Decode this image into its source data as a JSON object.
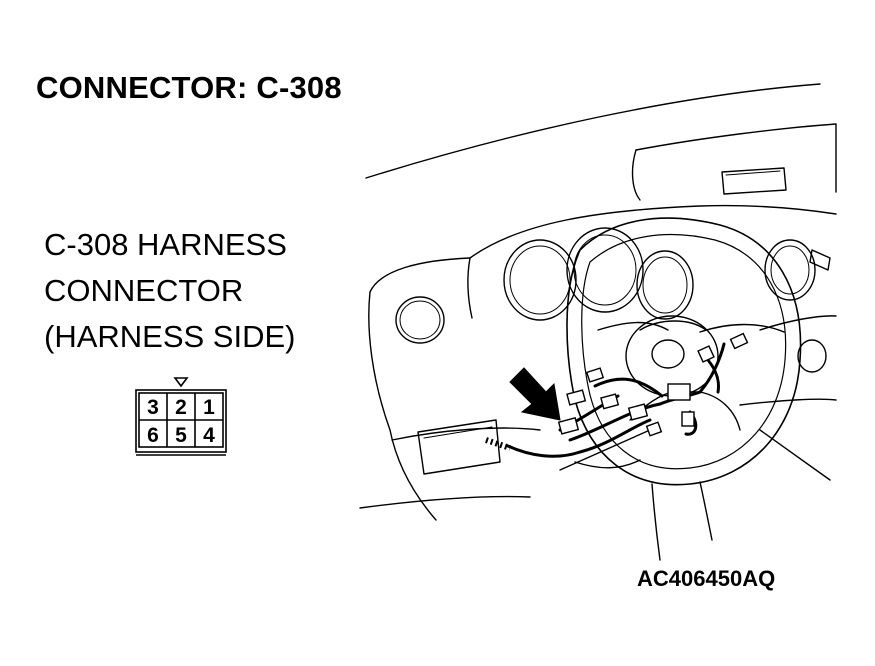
{
  "title": "CONNECTOR: C-308",
  "description": {
    "line1": "C-308 HARNESS",
    "line2": "CONNECTOR",
    "line3": "(HARNESS SIDE)"
  },
  "connector": {
    "pins_top_row": [
      "3",
      "2",
      "1"
    ],
    "pins_bottom_row": [
      "6",
      "5",
      "4"
    ]
  },
  "reference_code": "AC406450AQ",
  "colors": {
    "line": "#000000",
    "background": "#ffffff"
  }
}
